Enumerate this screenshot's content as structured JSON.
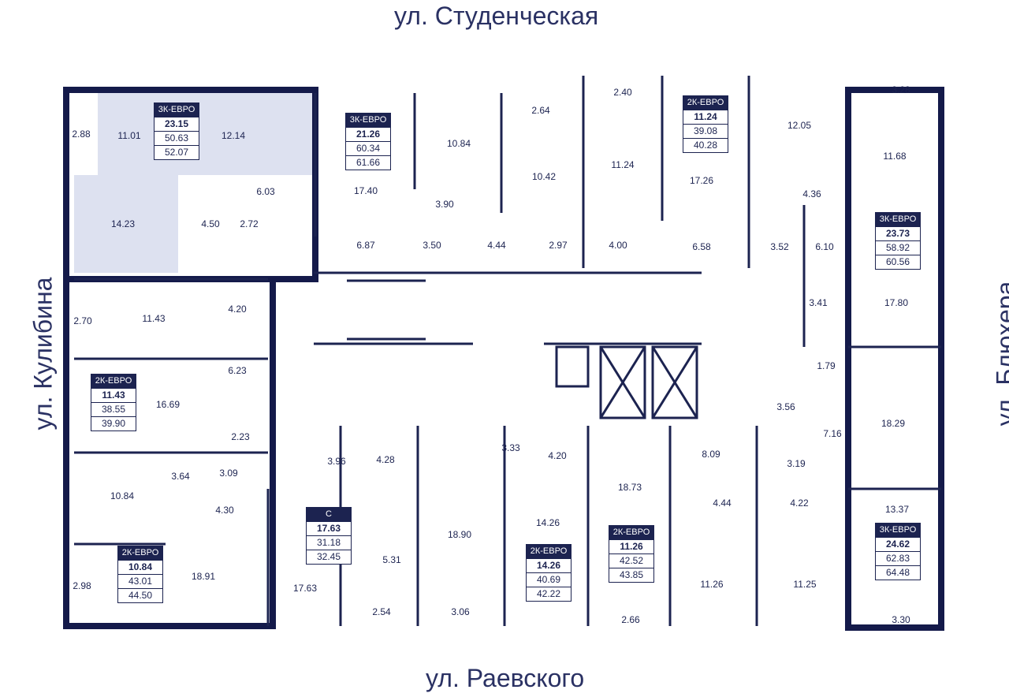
{
  "streets": {
    "top": "ул. Студенческая",
    "bottom": "ул. Раевского",
    "left": "ул. Кулибина",
    "right": "ул. Блюхера"
  },
  "colors": {
    "wall": "#141a4a",
    "highlight": "#dde1f0",
    "line": "#1c2350"
  },
  "cards": [
    {
      "type": "3К-ЕВРО",
      "living": "23.15",
      "total": "50.63",
      "total2": "52.07"
    },
    {
      "type": "3К-ЕВРО",
      "living": "21.26",
      "total": "60.34",
      "total2": "61.66"
    },
    {
      "type": "2К-ЕВРО",
      "living": "11.24",
      "total": "39.08",
      "total2": "40.28"
    },
    {
      "type": "3К-ЕВРО",
      "living": "23.73",
      "total": "58.92",
      "total2": "60.56"
    },
    {
      "type": "2К-ЕВРО",
      "living": "11.43",
      "total": "38.55",
      "total2": "39.90"
    },
    {
      "type": "С",
      "living": "17.63",
      "total": "31.18",
      "total2": "32.45"
    },
    {
      "type": "2К-ЕВРО",
      "living": "14.26",
      "total": "40.69",
      "total2": "42.22"
    },
    {
      "type": "2К-ЕВРО",
      "living": "11.26",
      "total": "42.52",
      "total2": "43.85"
    },
    {
      "type": "3К-ЕВРО",
      "living": "24.62",
      "total": "62.83",
      "total2": "64.48"
    },
    {
      "type": "2К-ЕВРО",
      "living": "10.84",
      "total": "43.01",
      "total2": "44.50"
    }
  ],
  "areas": [
    "2.88",
    "11.01",
    "12.14",
    "6.03",
    "14.23",
    "4.50",
    "2.72",
    "17.40",
    "10.84",
    "2.64",
    "10.42",
    "3.90",
    "6.87",
    "3.50",
    "4.44",
    "2.97",
    "2.40",
    "11.24",
    "4.00",
    "6.58",
    "17.26",
    "12.05",
    "4.36",
    "3.28",
    "11.68",
    "3.52",
    "6.10",
    "3.41",
    "17.80",
    "2.70",
    "11.43",
    "4.20",
    "6.23",
    "16.69",
    "2.23",
    "1.79",
    "3.56",
    "7.16",
    "18.29",
    "10.84",
    "3.64",
    "3.09",
    "4.30",
    "3.96",
    "4.28",
    "3.33",
    "4.20",
    "18.73",
    "8.09",
    "3.19",
    "4.44",
    "4.22",
    "13.37",
    "18.91",
    "2.98",
    "5.31",
    "18.90",
    "14.26",
    "17.63",
    "2.54",
    "3.06",
    "2.66",
    "11.26",
    "11.25",
    "3.30"
  ]
}
